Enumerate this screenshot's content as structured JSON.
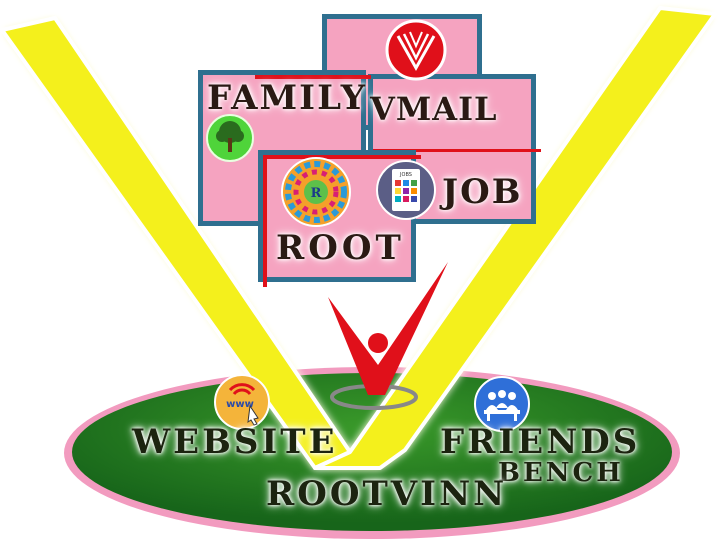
{
  "cards": {
    "family": "FAMILY",
    "vmail": "VMAIL",
    "root": "ROOT",
    "job": "JOB"
  },
  "ellipse": {
    "website": "WEBSITE",
    "friends": "FRIENDS",
    "bench": "BENCH",
    "rootvinn": "ROOTVINN"
  },
  "icons": {
    "www_text": "www",
    "root_letter": "R",
    "jobs_text": "JOBS"
  },
  "colors": {
    "v_yellow": "#f4f01a",
    "card_pink": "#f5a3c0",
    "card_border": "#2f6f8f",
    "accent_red": "#e0101a",
    "ellipse_green": "#1f7a1c",
    "ellipse_rim": "#f29bbf"
  }
}
